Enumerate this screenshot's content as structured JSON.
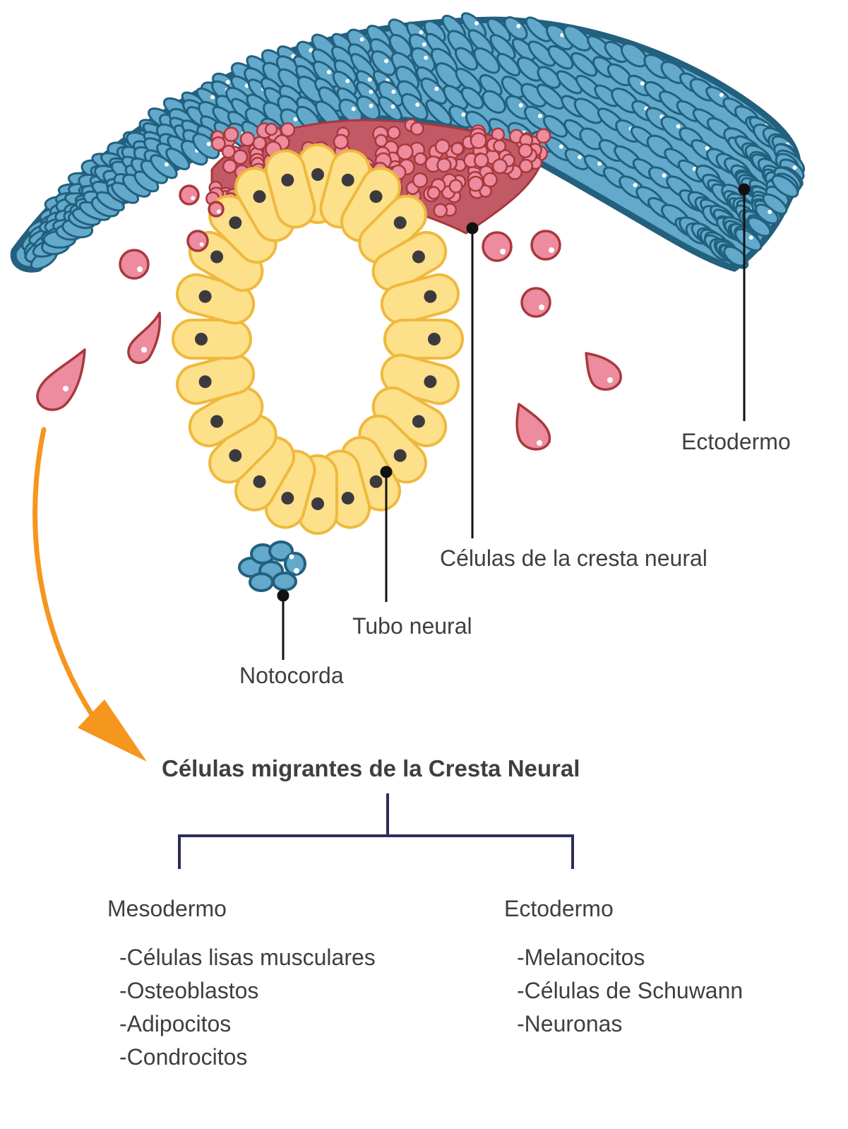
{
  "labels": {
    "ectodermo": "Ectodermo",
    "cresta_neural": "Células de la cresta neural",
    "tubo_neural": "Tubo neural",
    "notocorda": "Notocorda"
  },
  "migrantes": {
    "title": "Células migrantes de la Cresta Neural",
    "branches": [
      {
        "heading": "Mesodermo",
        "items": [
          "-Células lisas musculares",
          "-Osteoblastos",
          "-Adipocitos",
          "-Condrocitos"
        ]
      },
      {
        "heading": "Ectodermo",
        "items": [
          "-Melanocitos",
          "-Células de Schuwann",
          "-Neuronas"
        ]
      }
    ]
  },
  "colors": {
    "ectoderm_fill": "#62a9cc",
    "ectoderm_stroke": "#22607e",
    "crest_fill": "#ec8c9e",
    "crest_stroke": "#a8383c",
    "tube_fill": "#fde08a",
    "tube_stroke": "#efb93d",
    "nucleus": "#3d3a3f",
    "arrow": "#f5961e",
    "bracket": "#2c2c5e",
    "text": "#3f3f3f"
  }
}
